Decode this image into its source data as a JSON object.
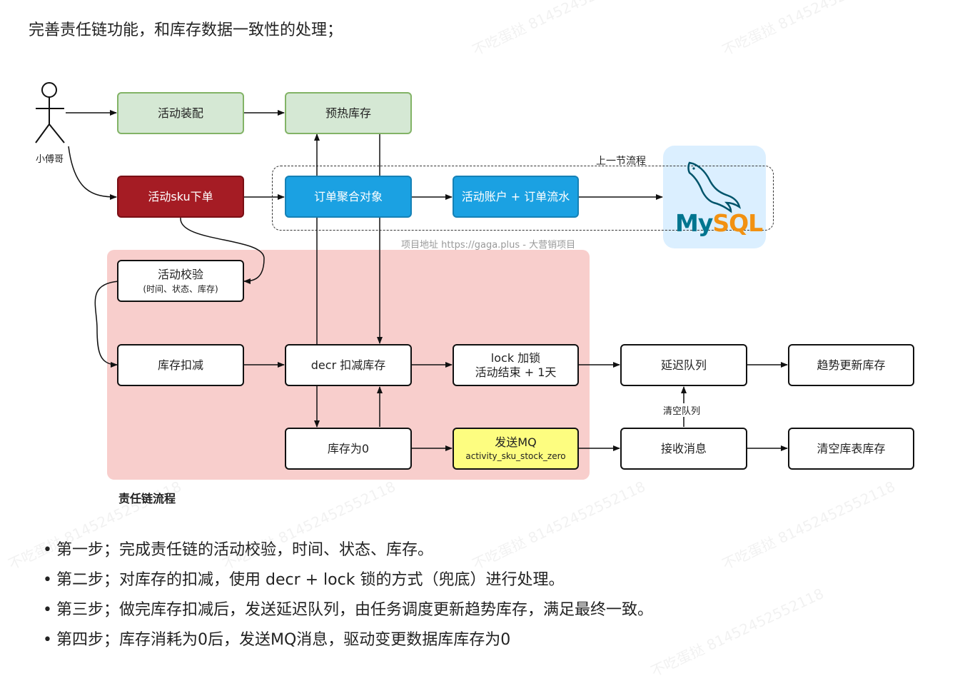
{
  "intro": "完善责任链功能，和库存数据一致性的处理；",
  "actor": "小傅哥",
  "nodes": {
    "activity_assembly": "活动装配",
    "preheat_stock": "预热库存",
    "sku_order": "活动sku下单",
    "order_aggregate": "订单聚合对象",
    "account_flow": "活动账户 + 订单流水",
    "activity_check": "活动校验",
    "activity_check_sub": "(时间、状态、库存)",
    "stock_deduct": "库存扣减",
    "decr_stock": "decr 扣减库存",
    "lock_line1": "lock 加锁",
    "lock_line2": "活动结束 + 1天",
    "delay_queue": "延迟队列",
    "trend_update": "趋势更新库存",
    "stock_zero": "库存为0",
    "send_mq": "发送MQ",
    "send_mq_sub": "activity_sku_stock_zero",
    "receive_msg": "接收消息",
    "clear_table_stock": "清空库表库存"
  },
  "labels": {
    "prev_flow": "上一节流程",
    "project_url": "项目地址 https://gaga.plus - 大营销项目",
    "clear_queue": "清空队列",
    "chain_title": "责任链流程"
  },
  "mysql": {
    "my": "My",
    "sql": "SQL"
  },
  "steps": [
    "第一步；完成责任链的活动校验，时间、状态、库存。",
    "第二步；对库存的扣减，使用 decr + lock 锁的方式（兜底）进行处理。",
    "第三步；做完库存扣减后，发送延迟队列，由任务调度更新趋势库存，满足最终一致。",
    "第四步；库存消耗为0后，发送MQ消息，驱动变更数据库库存为0"
  ],
  "watermark": "不吃蛋挞 81452452552118"
}
